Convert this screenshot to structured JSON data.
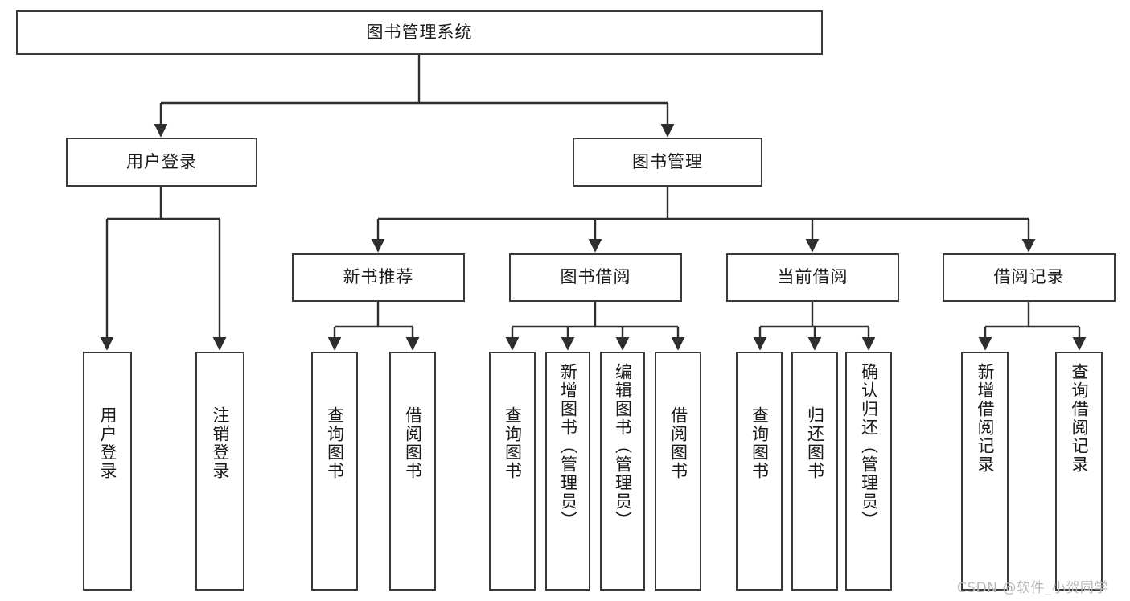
{
  "diagram": {
    "type": "tree-flowchart",
    "title": "图书管理系统",
    "orientation": "top-down",
    "colors": {
      "node_border": "#3a3a3a",
      "node_fill": "#ffffff",
      "edge": "#2e2e2e",
      "text": "#1a1a1a",
      "watermark": "#b9b9b9",
      "background": "#ffffff"
    }
  },
  "watermark": {
    "text": "CSDN @软件_小贺同学"
  },
  "nodes": {
    "root": {
      "label": "图书管理系统",
      "level": 0,
      "text_direction": "horizontal"
    },
    "level1": [
      {
        "id": "user-login",
        "label": "用户登录",
        "text_direction": "horizontal"
      },
      {
        "id": "book-management",
        "label": "图书管理",
        "text_direction": "horizontal"
      }
    ],
    "level2": [
      {
        "id": "new-book-recommend",
        "label": "新书推荐",
        "parent": "book-management",
        "text_direction": "horizontal"
      },
      {
        "id": "book-borrow",
        "label": "图书借阅",
        "parent": "book-management",
        "text_direction": "horizontal"
      },
      {
        "id": "current-borrow",
        "label": "当前借阅",
        "parent": "book-management",
        "text_direction": "horizontal"
      },
      {
        "id": "borrow-record",
        "label": "借阅记录",
        "parent": "book-management",
        "text_direction": "horizontal"
      }
    ],
    "leaves": [
      {
        "id": "leaf-user-login",
        "label": "用户登录",
        "parent": "user-login",
        "text_direction": "vertical"
      },
      {
        "id": "leaf-logout-login",
        "label": "注销登录",
        "parent": "user-login",
        "text_direction": "vertical"
      },
      {
        "id": "leaf-query-book-1",
        "label": "查询图书",
        "parent": "new-book-recommend",
        "text_direction": "vertical"
      },
      {
        "id": "leaf-borrow-book-1",
        "label": "借阅图书",
        "parent": "new-book-recommend",
        "text_direction": "vertical"
      },
      {
        "id": "leaf-query-book-2",
        "label": "查询图书",
        "parent": "book-borrow",
        "text_direction": "vertical"
      },
      {
        "id": "leaf-add-book",
        "label": "新增图书（管理员）",
        "parent": "book-borrow",
        "text_direction": "vertical"
      },
      {
        "id": "leaf-edit-book",
        "label": "编辑图书（管理员）",
        "parent": "book-borrow",
        "text_direction": "vertical"
      },
      {
        "id": "leaf-borrow-book-2",
        "label": "借阅图书",
        "parent": "book-borrow",
        "text_direction": "vertical"
      },
      {
        "id": "leaf-query-book-3",
        "label": "查询图书",
        "parent": "current-borrow",
        "text_direction": "vertical"
      },
      {
        "id": "leaf-return-book",
        "label": "归还图书",
        "parent": "current-borrow",
        "text_direction": "vertical"
      },
      {
        "id": "leaf-confirm-return",
        "label": "确认归还（管理员）",
        "parent": "current-borrow",
        "text_direction": "vertical"
      },
      {
        "id": "leaf-add-record",
        "label": "新增借阅记录",
        "parent": "borrow-record",
        "text_direction": "vertical"
      },
      {
        "id": "leaf-query-record",
        "label": "查询借阅记录",
        "parent": "borrow-record",
        "text_direction": "vertical"
      }
    ]
  }
}
